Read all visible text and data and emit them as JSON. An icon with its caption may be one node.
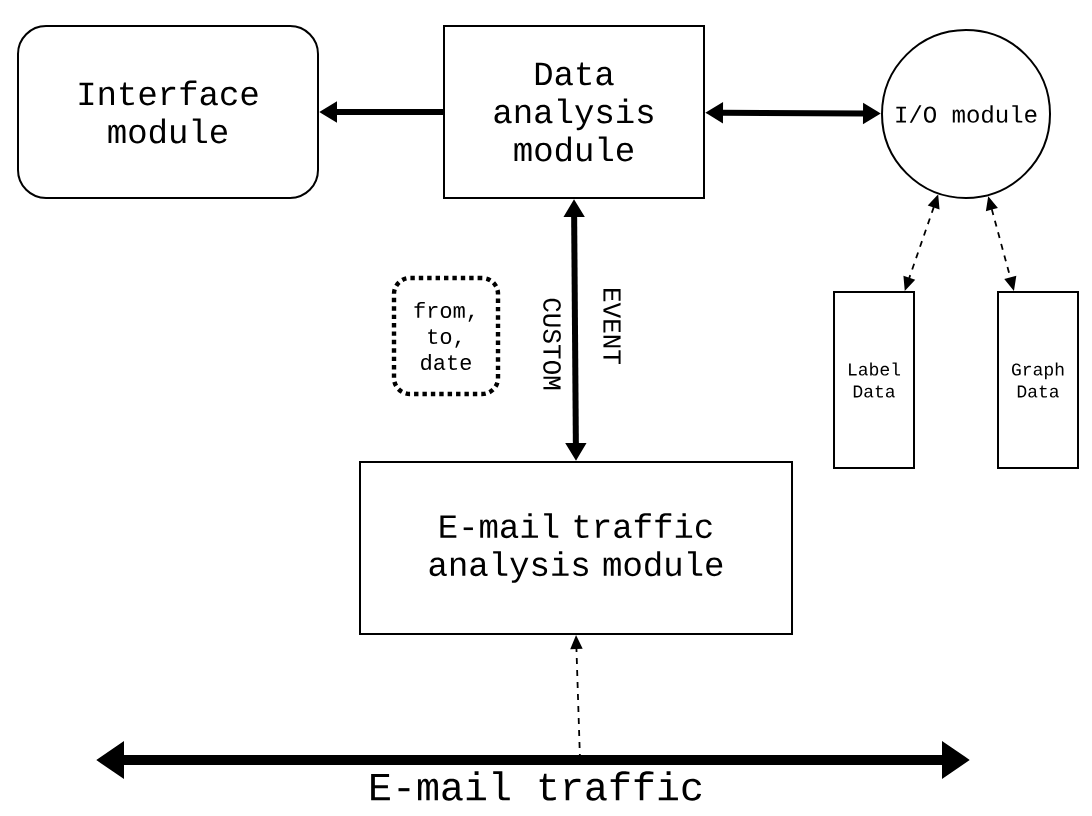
{
  "diagram": {
    "nodes": [
      {
        "text": [
          "Interface module"
        ]
      },
      {
        "text": [
          "Data analysis module"
        ]
      },
      {
        "text": [
          "I/O module"
        ]
      },
      {
        "text": [
          "from, to, date"
        ]
      },
      {
        "text": [
          "Label Data"
        ]
      },
      {
        "text": [
          "Graph Data"
        ]
      },
      {
        "text": [
          "E-mail traffic analysis module"
        ]
      },
      {
        "text": [
          "E-mail traffic"
        ]
      }
    ],
    "edges": [
      {
        "from": 1,
        "to": 0,
        "arrow": "to",
        "style": "thick"
      },
      {
        "from": 1,
        "to": 2,
        "arrow": "both",
        "style": "thick"
      },
      {
        "from": 6,
        "to": 1,
        "arrow": "both",
        "style": "thick"
      },
      {
        "from": 2,
        "to": 4,
        "arrow": "both",
        "style": "dashed"
      },
      {
        "from": 2,
        "to": 5,
        "arrow": "both",
        "style": "dashed"
      },
      {
        "from": 7,
        "to": 6,
        "arrow": "to",
        "style": "dashed"
      }
    ],
    "labels": [
      "CUSTOM",
      "EVENT"
    ]
  }
}
